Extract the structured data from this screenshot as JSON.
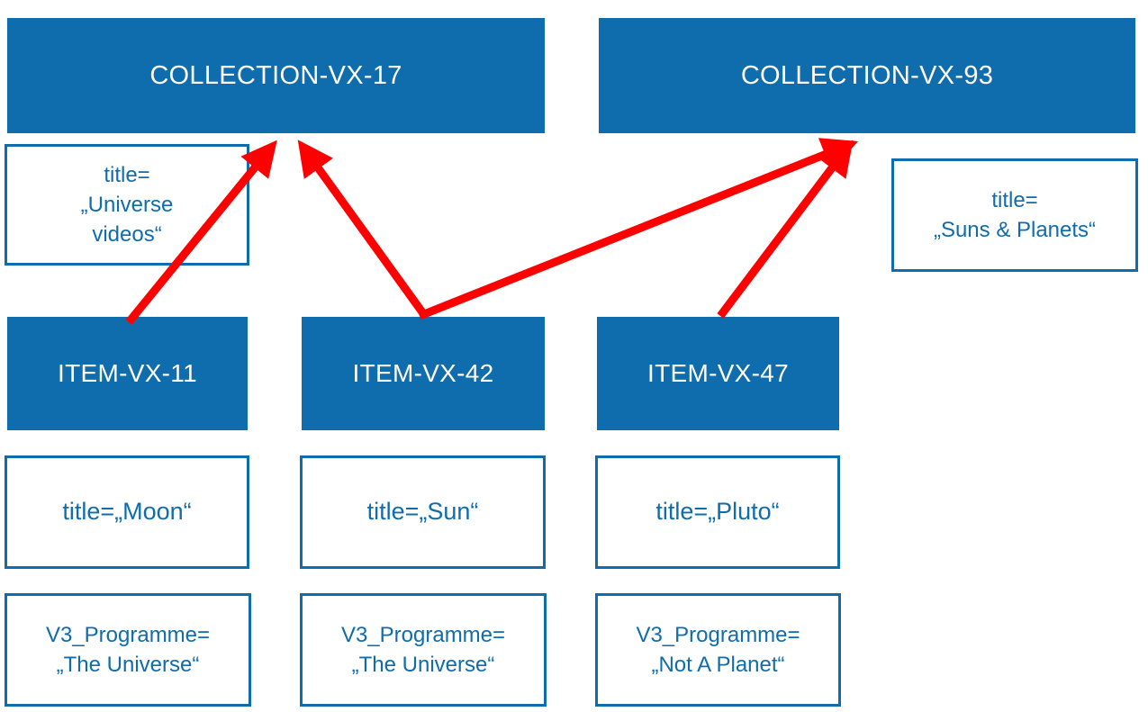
{
  "colors": {
    "box_fill": "#0f6cad",
    "box_border": "#0f6cad",
    "note_text": "#0f6cad",
    "box_text": "#ffffff",
    "arrow": "#fe0000"
  },
  "collections": [
    {
      "id": "COLLECTION-VX-17",
      "note_lines": [
        "title=",
        "„Universe",
        "videos“"
      ]
    },
    {
      "id": "COLLECTION-VX-93",
      "note_lines": [
        "title=",
        "„Suns & Planets“"
      ]
    }
  ],
  "items": [
    {
      "id": "ITEM-VX-11",
      "title": "title=„Moon“",
      "programme_lines": [
        "V3_Programme=",
        "„The Universe“"
      ]
    },
    {
      "id": "ITEM-VX-42",
      "title": "title=„Sun“",
      "programme_lines": [
        "V3_Programme=",
        "„The Universe“"
      ]
    },
    {
      "id": "ITEM-VX-47",
      "title": "title=„Pluto“",
      "programme_lines": [
        "V3_Programme=",
        "„Not A Planet“"
      ]
    }
  ],
  "arrows": [
    {
      "from": "ITEM-VX-11",
      "to": "COLLECTION-VX-17"
    },
    {
      "from": "ITEM-VX-42",
      "to": "COLLECTION-VX-17"
    },
    {
      "from": "ITEM-VX-42",
      "to": "COLLECTION-VX-93"
    },
    {
      "from": "ITEM-VX-47",
      "to": "COLLECTION-VX-93"
    }
  ]
}
